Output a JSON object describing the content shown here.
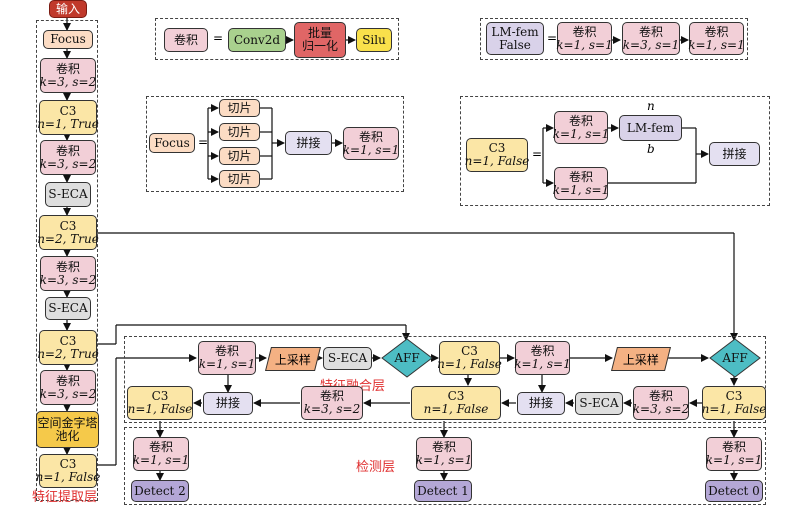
{
  "colors": {
    "conv": "#f2cfd7",
    "c3": "#fbe6a6",
    "seca": "#dedede",
    "concat": "#e4e0f1",
    "slice": "#fcdcc4",
    "bn": "#a9d18e",
    "spp": "#f5c94a",
    "input": "#c0392b",
    "detect": "#b4a7d6",
    "upsample": "#f4b183",
    "aff": "#4dbdc4",
    "label": "#e03030"
  },
  "labels": {
    "input": "输入",
    "focus": "Focus",
    "conv": "卷积",
    "c3": "C3",
    "seca": "S-ECA",
    "spp_line1": "空间金字塔",
    "spp_line2": "池化",
    "concat": "拼接",
    "slice": "切片",
    "conv2d": "Conv2d",
    "bn_line1": "批量",
    "bn_line2": "归一化",
    "silu": "Silu",
    "lmfem": "LM-fem",
    "false": "False",
    "upsample": "上采样",
    "aff": "AFF",
    "detect0": "Detect 0",
    "detect1": "Detect 1",
    "detect2": "Detect 2",
    "equals": "=",
    "n": "n",
    "b": "b"
  },
  "params": {
    "k3s2": "k=3, s=2",
    "k1s1": "k=1, s=1",
    "k3s1": "k=3, s=1",
    "n1true": "n=1, True",
    "n2true": "n=2, True",
    "n1false": "n=1, False"
  },
  "regions": {
    "backbone": "特征提取层",
    "fusion": "特征融合层",
    "detect": "检测层"
  }
}
